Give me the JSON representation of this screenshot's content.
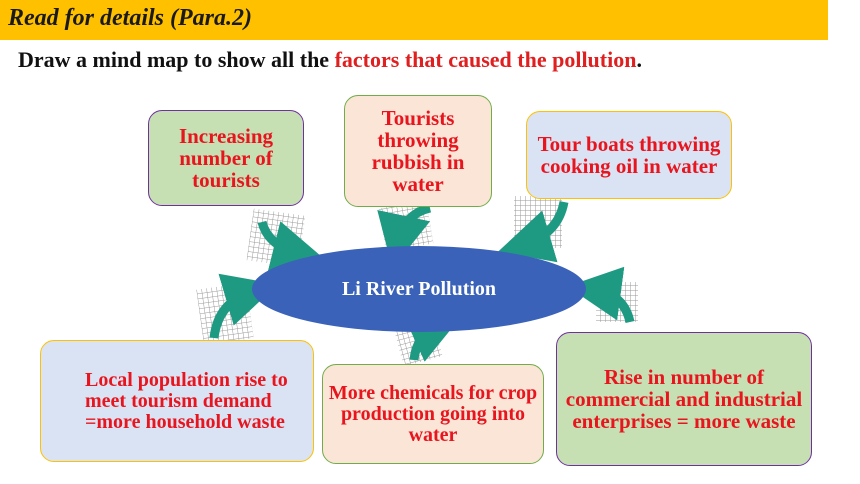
{
  "header": {
    "title": "Read for details (Para.2)"
  },
  "instruction": {
    "prefix": "Draw a mind map to show all the ",
    "highlight": "factors that caused the pollution",
    "suffix": "."
  },
  "center_node": {
    "label": "Li River Pollution",
    "color": "#3a62b8"
  },
  "factors": [
    {
      "id": "increasing-tourists",
      "label": "Increasing number of tourists",
      "fill": "#c6e0b4",
      "border": "#7030a0"
    },
    {
      "id": "tourists-rubbish",
      "label": "Tourists throwing rubbish in water",
      "fill": "#fbe5d6",
      "border": "#70ad47"
    },
    {
      "id": "tour-boats-oil",
      "label": "Tour boats throwing cooking oil in water",
      "fill": "#dae3f3",
      "border": "#ffc000"
    },
    {
      "id": "local-population",
      "label": "Local population rise to meet tourism demand =more household waste",
      "fill": "#dae3f3",
      "border": "#ffc000"
    },
    {
      "id": "more-chemicals",
      "label": "More chemicals for crop production going into water",
      "fill": "#fbe5d6",
      "border": "#70ad47"
    },
    {
      "id": "commercial-enterprises",
      "label": "Rise in number of commercial and industrial enterprises = more waste",
      "fill": "#c6e0b4",
      "border": "#7030a0"
    }
  ],
  "colors": {
    "banner": "#ffc000",
    "factor_text": "#e8141e",
    "arrow": "#1f9a82"
  }
}
